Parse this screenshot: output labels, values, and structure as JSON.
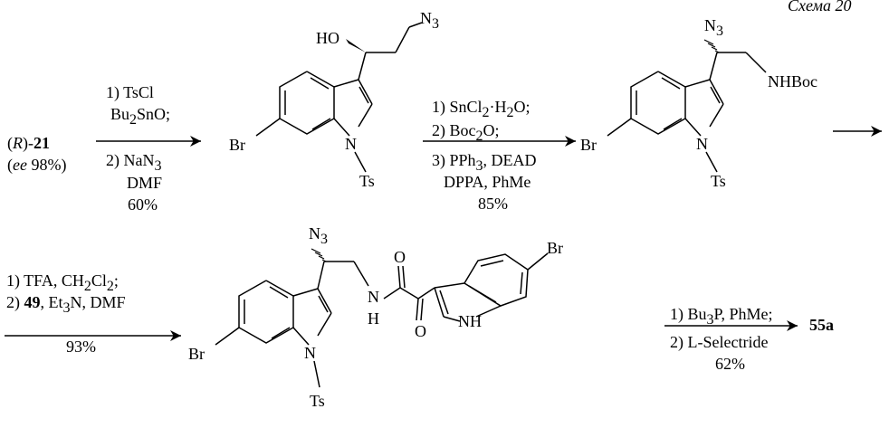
{
  "header": {
    "text": "Схема 20"
  },
  "starting_material": {
    "name_prefix": "(R)-",
    "name_number": "21",
    "ee_label": "ee",
    "ee_value": "98%)"
  },
  "step1": {
    "line1": "1) TsCl",
    "line2_base": "Bu",
    "line2_sub": "2",
    "line2_end": "SnO;",
    "line3_base": "2) NaN",
    "line3_sub": "3",
    "line4": "DMF",
    "yield": "60%"
  },
  "step2": {
    "line1_base": "1) SnCl",
    "line1_sub": "2",
    "line1_end": "·H",
    "line1_sub2": "2",
    "line1_end2": "O;",
    "line2_base": "2) Boc",
    "line2_sub": "2",
    "line2_end": "O;",
    "line3_base": "3) PPh",
    "line3_sub": "3",
    "line3_end": ", DEAD",
    "line4": "DPPA, PhMe",
    "yield": "85%"
  },
  "step3": {
    "line1_base": "1) TFA, CH",
    "line1_sub": "2",
    "line1_mid": "Cl",
    "line1_sub2": "2",
    "line1_end": ";",
    "line2_pre": "2) ",
    "line2_bold": "49",
    "line2_mid": ", Et",
    "line2_sub": "3",
    "line2_end": "N, DMF",
    "yield": "93%"
  },
  "step4": {
    "line1_base": "1) Bu",
    "line1_sub": "3",
    "line1_end": "P, PhMe;",
    "line2": "2) L-Selectride",
    "yield": "62%"
  },
  "product": {
    "label": "55a"
  },
  "atoms": {
    "HO": "HO",
    "N": "N",
    "N3_sub": "3",
    "Br": "Br",
    "Ts": "Ts",
    "NHBoc": "NHBoc",
    "H": "H",
    "O": "O",
    "NH": "NH"
  }
}
